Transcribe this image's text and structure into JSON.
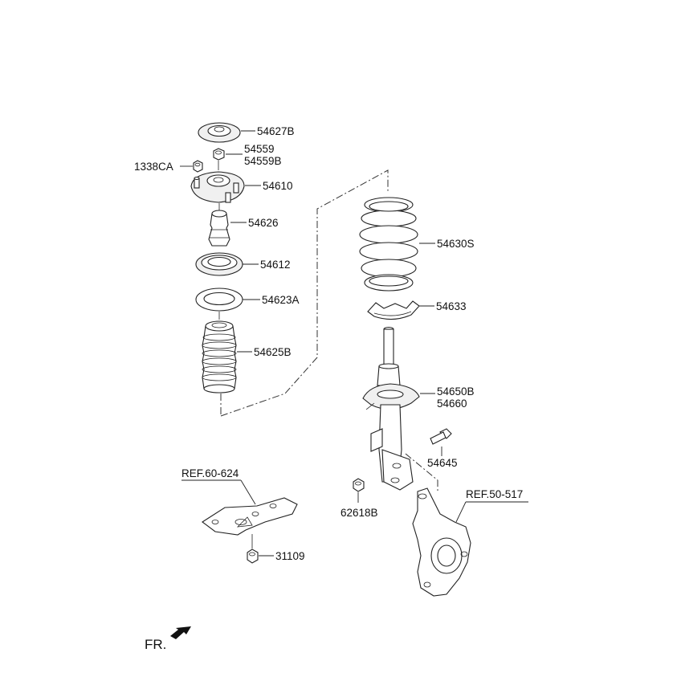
{
  "labels": {
    "p54627B": "54627B",
    "p54559": "54559",
    "p54559B": "54559B",
    "p1338CA": "1338CA",
    "p54610": "54610",
    "p54626": "54626",
    "p54612": "54612",
    "p54623A": "54623A",
    "p54625B": "54625B",
    "p54630S": "54630S",
    "p54633": "54633",
    "p54650B": "54650B",
    "p54660": "54660",
    "p54645": "54645",
    "p62618B": "62618B",
    "p31109": "31109"
  },
  "refs": {
    "ref_60_624": "REF.60-624",
    "ref_50_517": "REF.50-517"
  },
  "direction": {
    "front_label": "FR."
  },
  "icons": {
    "front_arrow": "front-direction-arrow-icon"
  }
}
